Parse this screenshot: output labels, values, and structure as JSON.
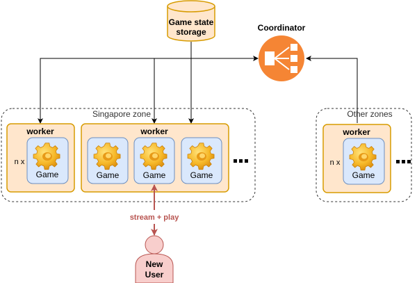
{
  "storage": {
    "label_line1": "Game state",
    "label_line2": "storage"
  },
  "coordinator": {
    "label": "Coordinator",
    "icon": "load-balancer-icon"
  },
  "zones": [
    {
      "label": "Singapore zone",
      "workers": [
        {
          "label": "worker",
          "multiplier": "n x",
          "games": [
            "Game"
          ]
        },
        {
          "label": "worker",
          "multiplier": "",
          "games": [
            "Game",
            "Game",
            "Game"
          ]
        }
      ],
      "more": "..."
    },
    {
      "label": "Other zones",
      "workers": [
        {
          "label": "worker",
          "multiplier": "n x",
          "games": [
            "Game"
          ]
        }
      ],
      "more": "..."
    }
  ],
  "connection": {
    "label": "stream + play"
  },
  "user": {
    "label_line1": "New",
    "label_line2": "User"
  },
  "colors": {
    "worker_fill": "#ffe6cc",
    "worker_stroke": "#d79b00",
    "game_fill": "#dae8fc",
    "game_stroke": "#6c8ebf",
    "storage_fill": "#ffe6cc",
    "coordinator": "#f58534",
    "user_fill": "#f8cecc",
    "user_stroke": "#b85450",
    "stream": "#b85450"
  }
}
